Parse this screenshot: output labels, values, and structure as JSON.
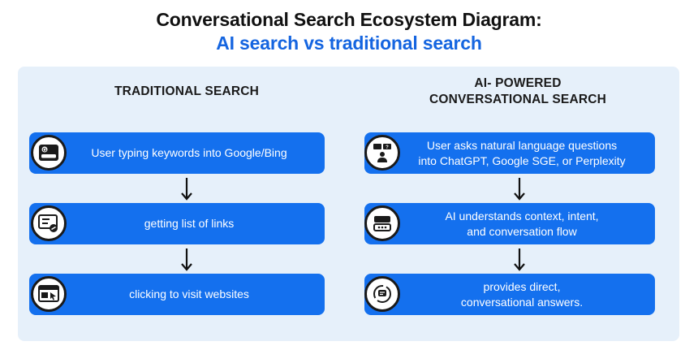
{
  "title": {
    "line1": "Conversational Search Ecosystem Diagram:",
    "line2": "AI search vs traditional search"
  },
  "traditional": {
    "heading": "TRADITIONAL SEARCH",
    "steps": [
      {
        "icon": "google-browser-icon",
        "text": "User typing keywords into Google/Bing"
      },
      {
        "icon": "link-list-icon",
        "text": "getting list of links"
      },
      {
        "icon": "website-click-icon",
        "text": "clicking to visit websites"
      }
    ]
  },
  "ai": {
    "heading_line1": "AI- POWERED",
    "heading_line2": "CONVERSATIONAL SEARCH",
    "steps": [
      {
        "icon": "user-question-icon",
        "line1": "User asks natural language questions",
        "line2": "into ChatGPT, Google SGE, or Perplexity"
      },
      {
        "icon": "chat-context-icon",
        "line1": "AI understands context, intent,",
        "line2": "and conversation flow"
      },
      {
        "icon": "conversation-answer-icon",
        "line1": "provides direct,",
        "line2": "conversational answers."
      }
    ]
  },
  "colors": {
    "step_fill": "#1470ee",
    "panel_bg": "#e6f0fa",
    "title_accent": "#1565e0"
  }
}
